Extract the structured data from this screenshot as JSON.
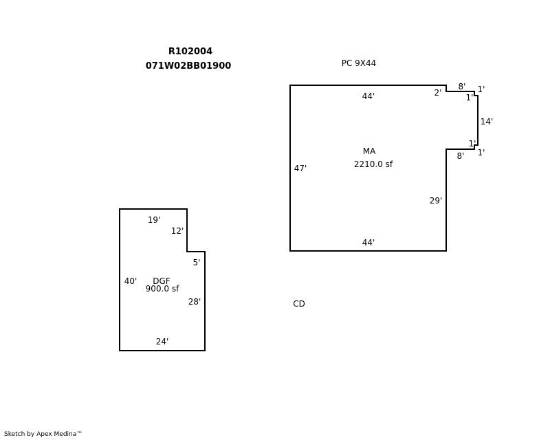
{
  "header": {
    "parcel_id": "R102004",
    "map_number": "071W02BB01900"
  },
  "annotations": {
    "pc": "PC 9X44",
    "cd": "CD"
  },
  "main_area": {
    "code": "MA",
    "area": "2210.0 sf",
    "dims": {
      "top": "44'",
      "bottom": "44'",
      "left": "47'",
      "right_lower": "29'",
      "step_2": "2'",
      "step_8_top": "8'",
      "step_1_top_a": "1'",
      "step_1_top_b": "1'",
      "right_14": "14'",
      "step_1_bot_a": "1'",
      "step_1_bot_b": "1'",
      "step_8_bot": "8'"
    }
  },
  "garage": {
    "code": "DGF",
    "area": "900.0 sf",
    "dims": {
      "top": "19'",
      "notch_vertical": "12'",
      "notch_horizontal": "5'",
      "left": "40'",
      "right": "28'",
      "bottom": "24'"
    }
  },
  "footer": {
    "credit": "Sketch by Apex Medina™"
  }
}
